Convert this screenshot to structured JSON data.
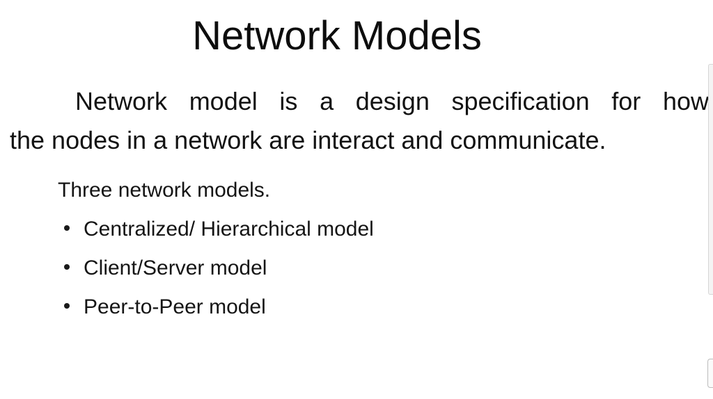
{
  "slide": {
    "title": "Network Models",
    "intro_line1_words": [
      "Network",
      "model",
      "is",
      "a",
      "design",
      "specification",
      "for",
      "how"
    ],
    "intro_line2": "the nodes in a network are interact and communicate.",
    "subheading": "Three network models.",
    "bullets": [
      "Centralized/ Hierarchical model",
      "Client/Server model",
      "Peer-to-Peer model"
    ]
  },
  "icons": {
    "bullet": "bullet-dot-icon"
  },
  "colors": {
    "background": "#ffffff",
    "text": "#111111"
  }
}
